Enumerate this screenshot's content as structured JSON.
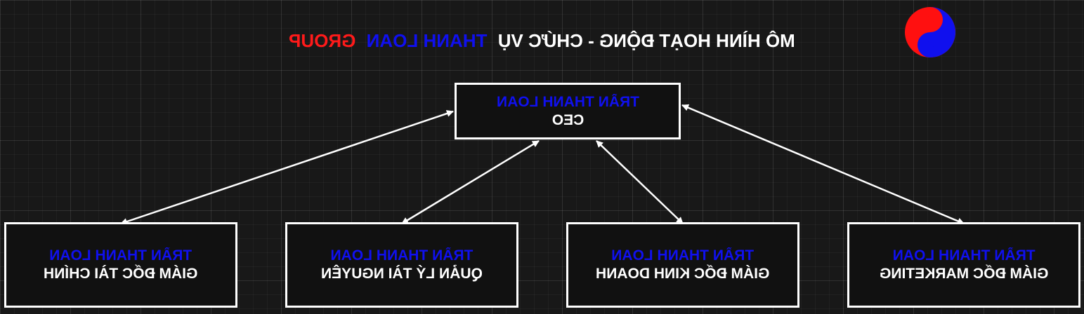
{
  "title": {
    "part_white": "MÔ HÌNH HOẠT ĐỘNG - CHỨC VỤ",
    "part_blue": "THANH LOAN",
    "part_red": "GROUP",
    "colors": {
      "white": "#ffffff",
      "blue": "#1010ee",
      "red": "#ff1a1a"
    }
  },
  "logo": {
    "icon": "yin-yang-icon",
    "colors": [
      "#ff1010",
      "#1010ee"
    ]
  },
  "ceo": {
    "name": "TRẦN THANH LOAN",
    "role": "CEO"
  },
  "departments": [
    {
      "name": "TRẦN THANH LOAN",
      "role": "GIÁM ĐỐC TÀI CHÍNH"
    },
    {
      "name": "TRẦN THANH LOAN",
      "role": "QUẢN LÝ TÀI NGUYÊN"
    },
    {
      "name": "TRẦN THANH LOAN",
      "role": "GIÁM ĐỐC KINH DOANH"
    },
    {
      "name": "TRẦN THANH LOAN",
      "role": "GIÁM ĐỐC MARKETING"
    }
  ],
  "connections": "bidirectional",
  "display": {
    "text_mirrored": true
  }
}
